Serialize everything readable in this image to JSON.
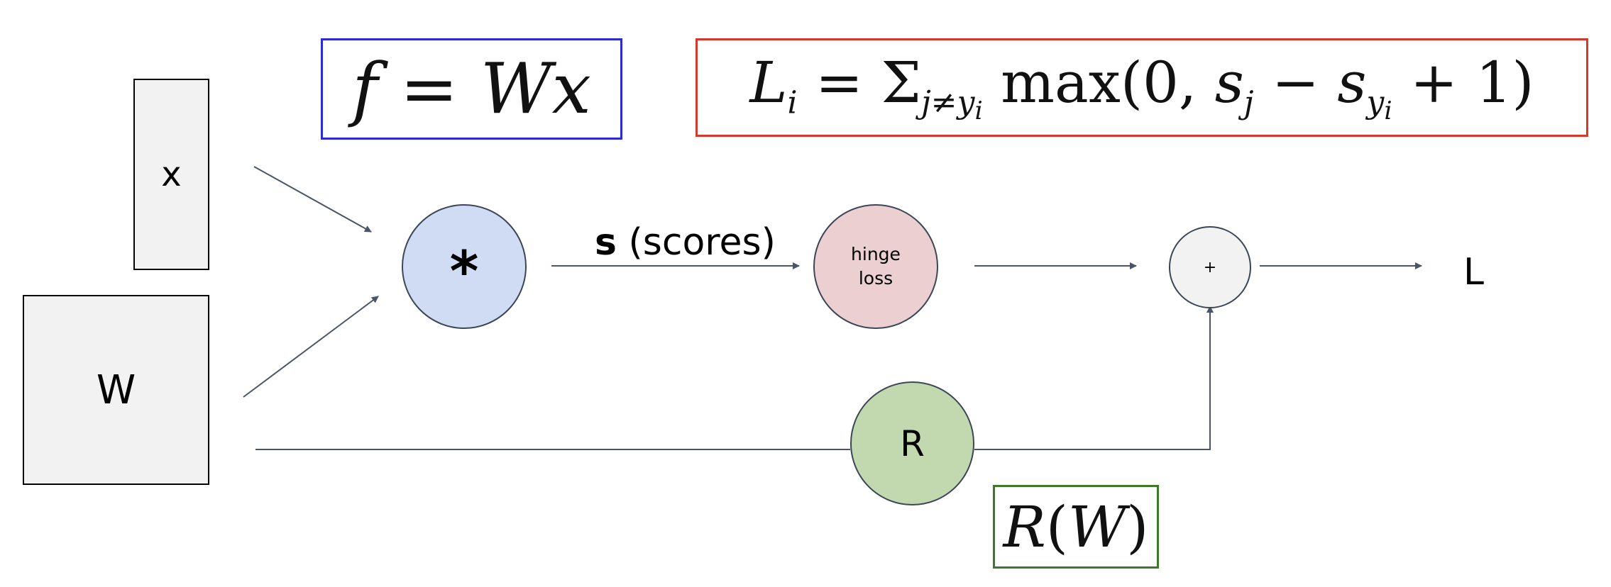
{
  "inputs": {
    "x_label": "x",
    "w_label": "W"
  },
  "nodes": {
    "multiply_symbol": "*",
    "hinge_label_line1": "hinge",
    "hinge_label_line2": "loss",
    "add_symbol": "+",
    "reg_label": "R"
  },
  "edges": {
    "scores_bold": "s",
    "scores_text": "(scores)"
  },
  "output": {
    "loss_label": "L"
  },
  "equations": {
    "score_eq": "f = Wx",
    "loss_eq": "L_i = Σ_{j≠y_i} max(0, s_j − s_{y_i} + 1)",
    "reg_eq": "R(W)"
  },
  "colors": {
    "score_eq_border": "#2b2bd6",
    "loss_eq_border": "#d6392b",
    "reg_eq_border": "#3c7a2a",
    "multiply_node_fill": "#d0dcf4",
    "hinge_node_fill": "#eccfd1",
    "add_node_fill": "#f2f2f2",
    "reg_node_fill": "#c2d9b0",
    "wire": "#4a5568"
  }
}
